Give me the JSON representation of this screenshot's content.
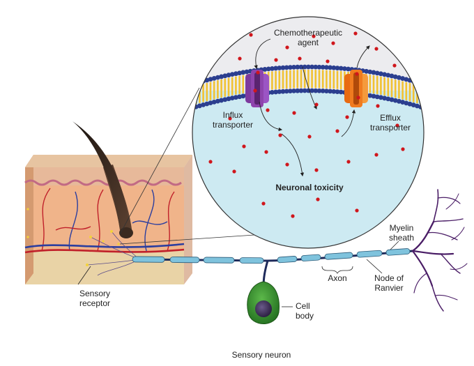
{
  "labels": {
    "chemo_line1": "Chemotherapeutic",
    "chemo_line2": "agent",
    "influx_line1": "Influx",
    "influx_line2": "transporter",
    "efflux_line1": "Efflux",
    "efflux_line2": "transporter",
    "toxicity": "Neuronal toxicity",
    "myelin_line1": "Myelin",
    "myelin_line2": "sheath",
    "axon": "Axon",
    "node_line1": "Node of",
    "node_line2": "Ranvier",
    "cell_line1": "Cell",
    "cell_line2": "body",
    "sensory_line1": "Sensory",
    "sensory_line2": "receptor",
    "caption": "Sensory neuron"
  },
  "colors": {
    "cytoplasm": "#cdeaf2",
    "extracellular": "#ececef",
    "lipid_head": "#2b3e8f",
    "lipid_tail": "#f1c232",
    "influx_transporter": "#8e44ad",
    "efflux_transporter": "#f07b1f",
    "drug_particle": "#d0161c",
    "cell_body": "#2f8a2a",
    "nucleus": "#3b2a5c",
    "myelin": "#7fc3dd",
    "axon": "#1e2a5a",
    "skin_surface": "#e7c4a1",
    "skin_dermis": "#f0b48a",
    "hair": "#3a2a20"
  }
}
